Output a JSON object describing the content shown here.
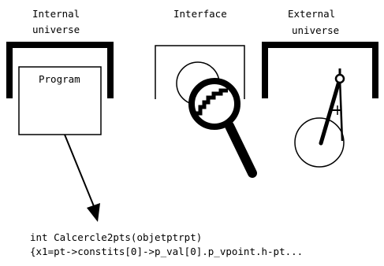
{
  "labels": {
    "internal_line1": "Internal",
    "internal_line2": "universe",
    "interface": "Interface",
    "external_line1": "External",
    "external_line2": "universe",
    "program": "Program"
  },
  "code": {
    "line1": "int Calcercle2pts(objetptrpt)",
    "line2": "{x1=pt->constits[0]->p_val[0].p_vpoint.h-pt..."
  }
}
